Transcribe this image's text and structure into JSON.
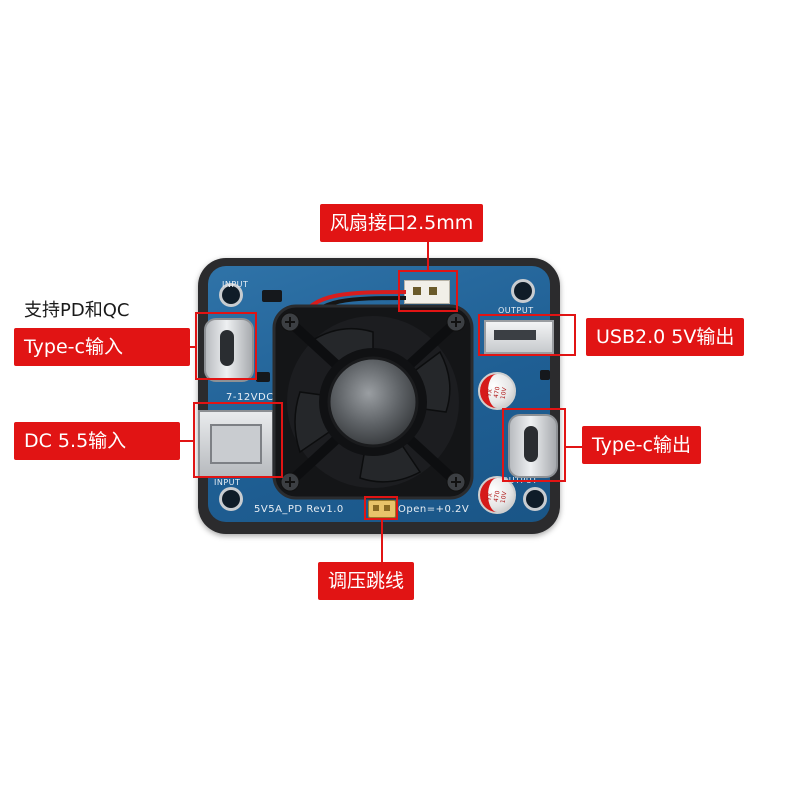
{
  "annotations": {
    "fan_port": "风扇接口2.5mm",
    "pd_qc_note": "支持PD和QC",
    "typec_input": "Type-c输入",
    "dc_input": "DC 5.5输入",
    "usb_output": "USB2.0 5V输出",
    "typec_output": "Type-c输出",
    "voltage_jumper": "调压跳线"
  },
  "board_silkscreen": {
    "input_top": "INPUT",
    "voltage_range": "7-12VDC",
    "input_bottom": "INPUT",
    "output_top": "OUTPUT",
    "output_mid": "OUTPUT",
    "model": "5V5A_PD  Rev1.0",
    "jumper_note": "Open=+0.2V",
    "cap_text": "YX\n470\n10V"
  },
  "colors": {
    "label_bg": "#e11414",
    "pcb": "#1f5f94",
    "case": "#2b2b2d"
  }
}
